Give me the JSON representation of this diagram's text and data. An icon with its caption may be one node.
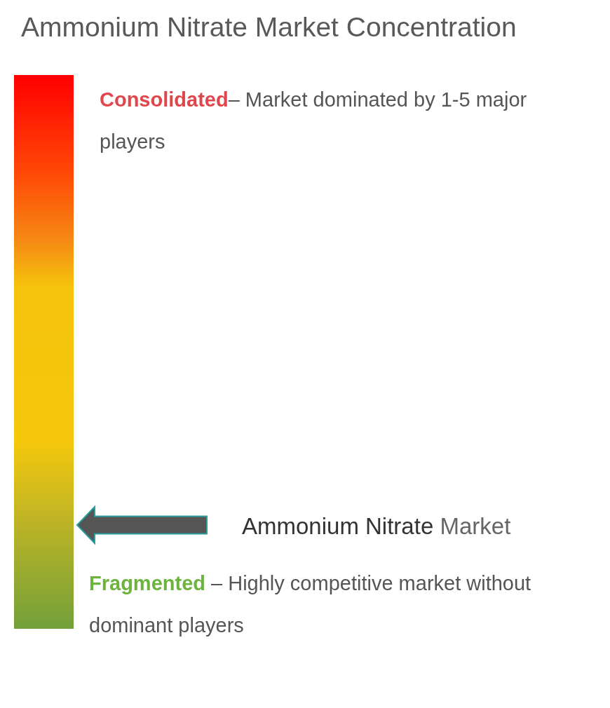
{
  "diagram": {
    "title": "Ammonium Nitrate Market Concentration",
    "nodes": [
      {
        "text": [],
        "shape": "bar"
      },
      {
        "text": [
          "Ammonium Nitrate",
          "Market"
        ]
      }
    ],
    "edges": [
      {
        "from": 1,
        "to": 0,
        "arrow": "to",
        "style": "thick"
      }
    ],
    "labels": [
      "**Consolidated**– Market dominated by 1-5 major players",
      "**Fragmented** – Highly competitive market without dominant players"
    ]
  }
}
